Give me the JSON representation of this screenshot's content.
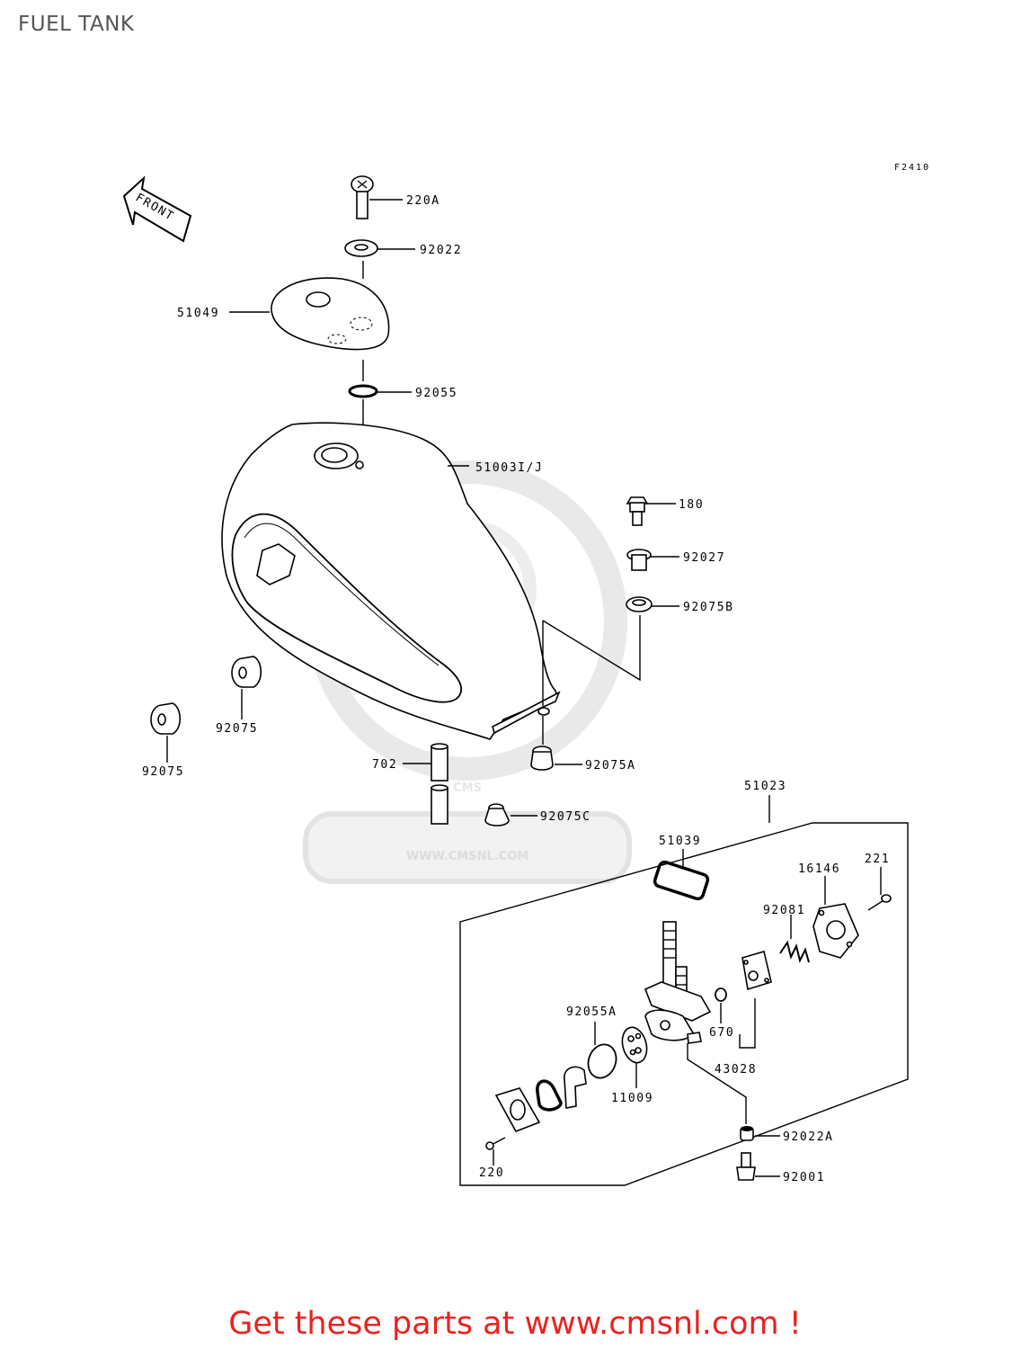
{
  "page": {
    "title": "FUEL TANK"
  },
  "diagram": {
    "figure_code": "F2410",
    "front_label": "FRONT",
    "watermark": {
      "text": "WWW.CMSNL.COM",
      "logo": "CMS"
    },
    "callouts": {
      "p220A": "220A",
      "p92022": "92022",
      "p51049": "51049",
      "p92055": "92055",
      "p51003": "51003I/J",
      "p180": "180",
      "p92027": "92027",
      "p92075B": "92075B",
      "p92075_a": "92075",
      "p92075_b": "92075",
      "p702": "702",
      "p92075A": "92075A",
      "p92075C": "92075C",
      "p51023": "51023",
      "p51039": "51039",
      "p16146": "16146",
      "p221": "221",
      "p92081": "92081",
      "p92055A": "92055A",
      "p670": "670",
      "p43028": "43028",
      "p11009": "11009",
      "p92022A": "92022A",
      "p92001": "92001",
      "p220": "220"
    }
  },
  "footer": {
    "cta": "Get these parts at www.cmsnl.com !"
  }
}
